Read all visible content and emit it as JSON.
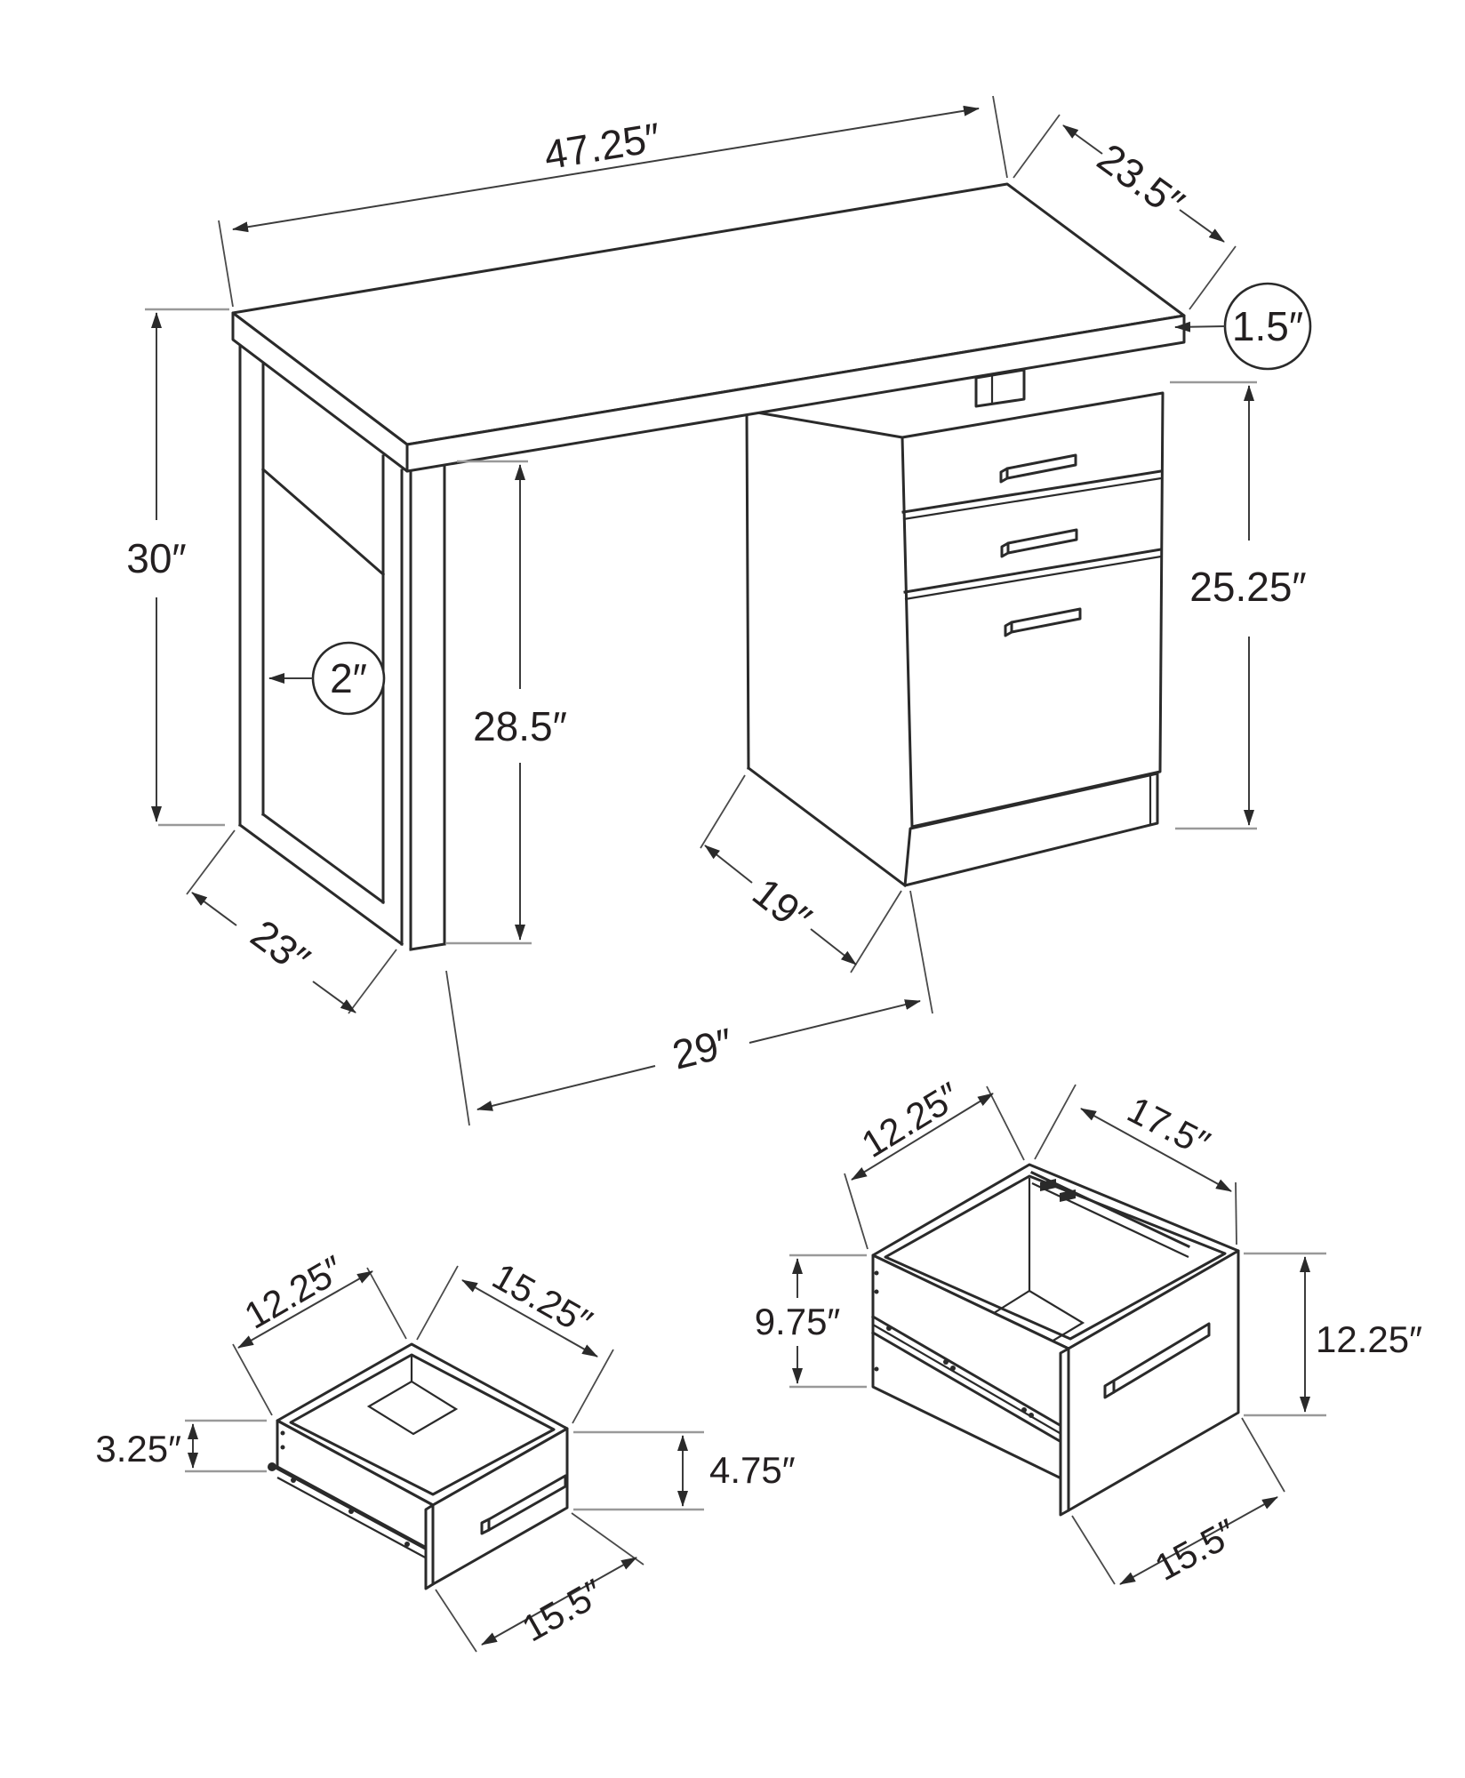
{
  "desk": {
    "top_length": "47.25″",
    "top_depth": "23.5″",
    "top_thickness": "1.5″",
    "overall_height": "30″",
    "leg_tube_width": "2″",
    "knee_clearance_height": "28.5″",
    "cabinet_height": "25.25″",
    "cabinet_depth": "19″",
    "leg_depth": "23″",
    "knee_space_width": "29″"
  },
  "small_drawer": {
    "inner_depth": "12.25″",
    "inner_width": "15.25″",
    "side_height": "3.25″",
    "front_height": "4.75″",
    "front_width": "15.5″"
  },
  "file_drawer": {
    "inner_depth": "12.25″",
    "inner_width": "17.5″",
    "side_height": "9.75″",
    "front_height": "12.25″",
    "front_width": "15.5″"
  },
  "colors": {
    "line": "#2a2a2a",
    "reference": "#999999",
    "background": "#ffffff"
  }
}
